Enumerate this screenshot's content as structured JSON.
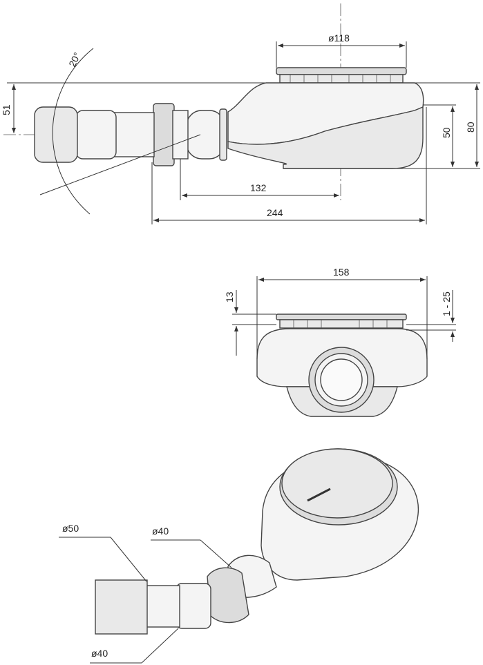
{
  "side_view": {
    "dim_outlet_diameter": "ø118",
    "dim_height_left": "51",
    "dim_angle": "20°",
    "dim_center_offset": "132",
    "dim_total_length": "244",
    "dim_body_height": "50",
    "dim_total_height": "80"
  },
  "front_view": {
    "dim_width": "158",
    "dim_flange_height": "13",
    "dim_adjust_range": "1 - 25"
  },
  "iso_view": {
    "label_outlet_large": "ø50",
    "label_outlet_inner": "ø40",
    "label_pipe_inner": "ø40"
  }
}
